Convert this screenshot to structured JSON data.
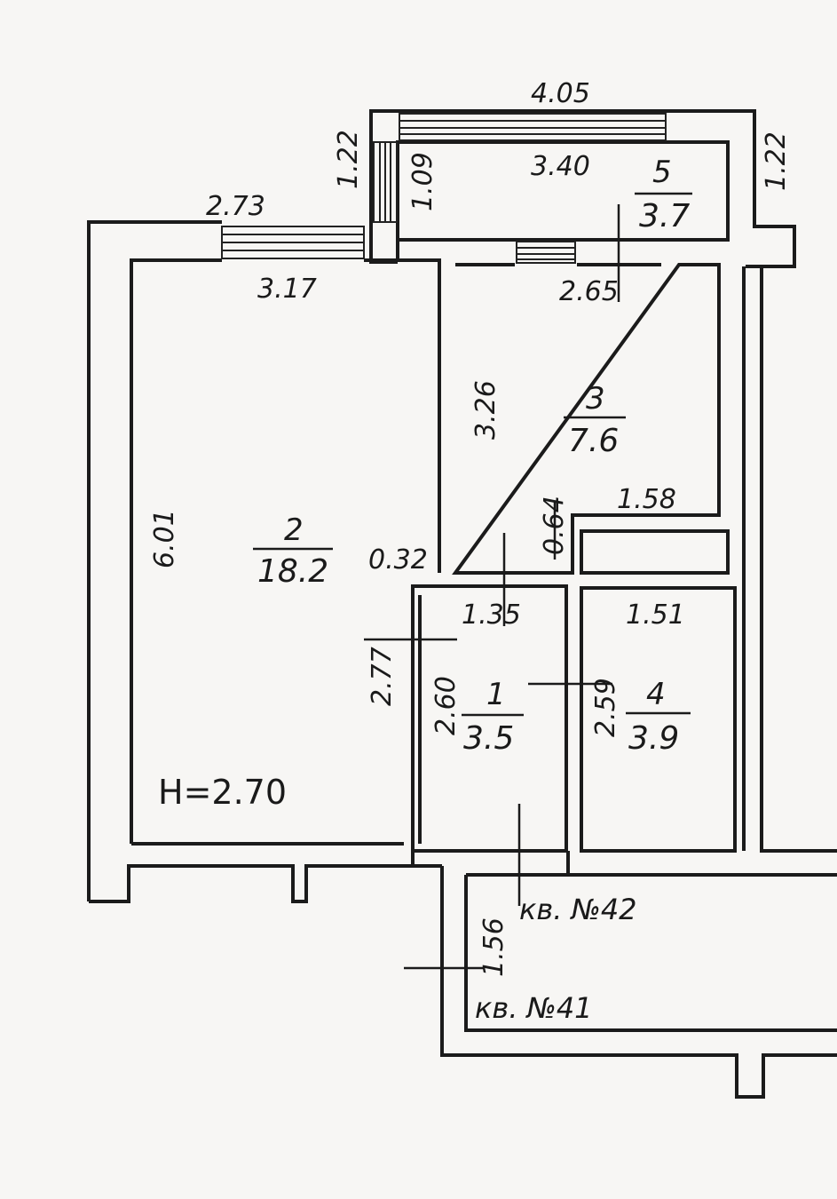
{
  "height_label": "H=2.70",
  "rooms": [
    {
      "number": "1",
      "area": "3.5"
    },
    {
      "number": "2",
      "area": "18.2"
    },
    {
      "number": "3",
      "area": "7.6"
    },
    {
      "number": "4",
      "area": "3.9"
    },
    {
      "number": "5",
      "area": "3.7"
    }
  ],
  "dimensions": {
    "balcony_outer_width": "4.05",
    "balcony_inner_width": "3.40",
    "balcony_left_depth": "1.22",
    "balcony_inner_depth": "1.09",
    "balcony_right_depth": "1.22",
    "living_outer_width": "2.73",
    "living_inner_width": "3.17",
    "living_length": "6.01",
    "living_offset": "0.32",
    "corridor_wall": "2.77",
    "kitchen_width": "2.65",
    "kitchen_length": "3.26",
    "kitchen_niche": "0.64",
    "niche_width": "1.58",
    "hall_width": "1.35",
    "hall_length": "2.60",
    "bath_width": "1.51",
    "bath_length": "2.59",
    "stair_gap": "1.56"
  },
  "apartment_labels": {
    "apt_42": "кв. №42",
    "apt_41": "кв. №41"
  }
}
